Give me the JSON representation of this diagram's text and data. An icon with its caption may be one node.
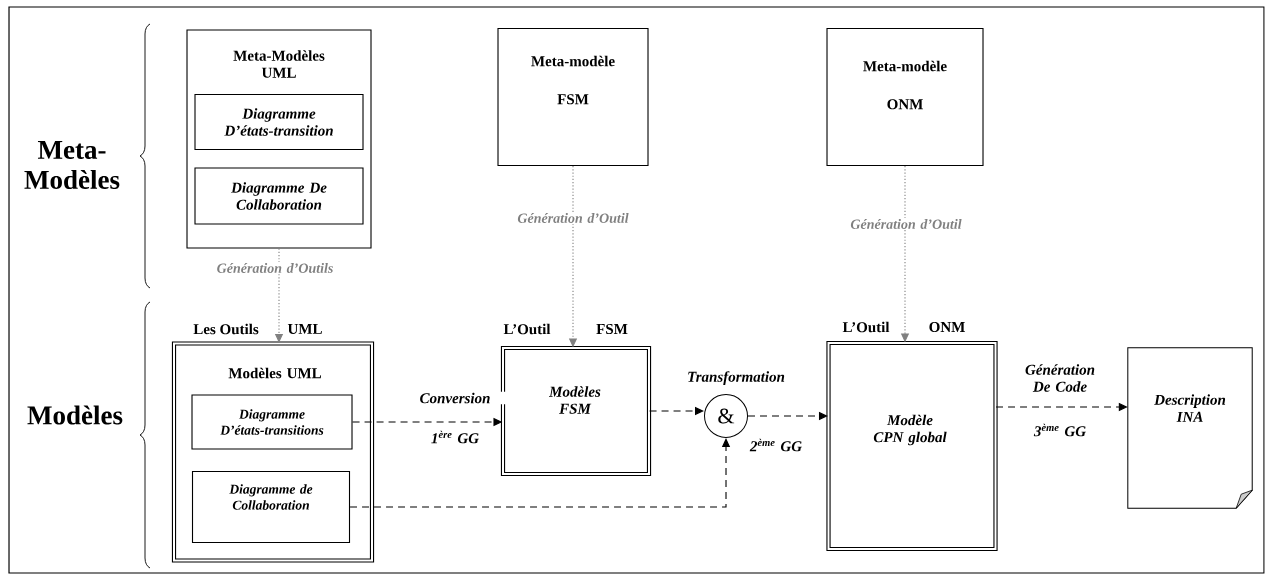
{
  "diagram": {
    "nodes": [
      {
        "text": [
          "Meta-Modèles UML"
        ]
      },
      {
        "text": [
          "Diagramme D’états-transition"
        ],
        "in": 0
      },
      {
        "text": [
          "Diagramme De Collaboration"
        ],
        "in": 0
      },
      {
        "text": [
          "Meta-modèle FSM"
        ]
      },
      {
        "text": [
          "Meta-modèle ONM"
        ]
      },
      {
        "text": [
          "Les Outils",
          "UML",
          "Modèles UML"
        ]
      },
      {
        "text": [
          "Diagramme D’états-transitions"
        ],
        "in": 5
      },
      {
        "text": [
          "Diagramme de Collaboration"
        ],
        "in": 5
      },
      {
        "text": [
          "L’Outil",
          "FSM",
          "Modèles FSM"
        ]
      },
      {
        "text": [
          "&"
        ]
      },
      {
        "text": [
          "L’Outil",
          "ONM",
          "Modèle CPN global"
        ]
      },
      {
        "text": [
          "Description INA"
        ]
      }
    ],
    "edges": [
      {
        "from": 0,
        "to": 5,
        "arrow": "to",
        "label": "Génération d’Outils",
        "color": "#808080"
      },
      {
        "from": 3,
        "to": 8,
        "arrow": "to",
        "label": "Génération d’Outil",
        "color": "#808080"
      },
      {
        "from": 4,
        "to": 10,
        "arrow": "to",
        "label": "Génération d’Outil",
        "color": "#808080"
      },
      {
        "from": 6,
        "to": 8,
        "arrow": "to",
        "label": "Conversion",
        "style": "dashed"
      },
      {
        "from": 8,
        "to": 9,
        "arrow": "to",
        "label": "Transformation",
        "style": "dashed"
      },
      {
        "from": 7,
        "to": 9,
        "arrow": "to",
        "style": "dashed"
      },
      {
        "from": 9,
        "to": 10,
        "arrow": "to",
        "style": "dashed"
      },
      {
        "from": 10,
        "to": 11,
        "arrow": "to",
        "label": "Génération De Code",
        "style": "dashed"
      }
    ],
    "labels": [
      "Meta-Modèles",
      "Modèles",
      "1$^{ère}$ GG",
      "2$^{ème}$ GG",
      "3$^{ème}$ GG"
    ]
  }
}
